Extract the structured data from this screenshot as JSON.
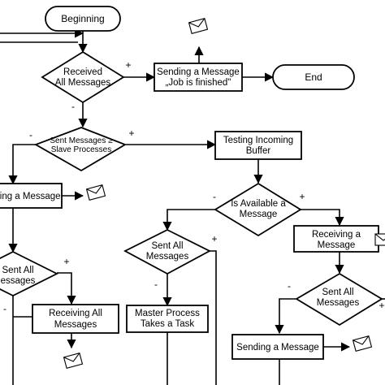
{
  "flowchart": {
    "nodes": {
      "beginning": {
        "shape": "terminator",
        "lines": [
          "Beginning"
        ]
      },
      "received_all": {
        "shape": "decision",
        "lines": [
          "Received",
          "All Messages"
        ]
      },
      "sending_job_finished": {
        "shape": "process",
        "lines": [
          "Sending a Message",
          "„Job is finished\""
        ]
      },
      "end": {
        "shape": "terminator",
        "lines": [
          "End"
        ]
      },
      "sent_ge_slave": {
        "shape": "decision",
        "lines": [
          "Sent Messages ≥",
          "Slave Processes"
        ]
      },
      "testing_buffer": {
        "shape": "process",
        "lines": [
          "Testing Incoming",
          "Buffer"
        ]
      },
      "receiving_left": {
        "shape": "process",
        "lines": [
          "iving a Message"
        ]
      },
      "is_available": {
        "shape": "decision",
        "lines": [
          "Is Available a",
          "Message"
        ]
      },
      "sent_all_left": {
        "shape": "decision",
        "lines": [
          "Sent All",
          "essages"
        ]
      },
      "sent_all_mid": {
        "shape": "decision",
        "lines": [
          "Sent All",
          "Messages"
        ]
      },
      "receiving_right": {
        "shape": "process",
        "lines": [
          "Receiving a",
          "Message"
        ]
      },
      "receiving_all": {
        "shape": "process",
        "lines": [
          "Receiving All",
          "Messages"
        ]
      },
      "master_task": {
        "shape": "process",
        "lines": [
          "Master Process",
          "Takes a Task"
        ]
      },
      "sent_all_right": {
        "shape": "decision",
        "lines": [
          "Sent All",
          "Messages"
        ]
      },
      "sending_right": {
        "shape": "process",
        "lines": [
          "Sending a Message"
        ]
      }
    },
    "branch_labels": {
      "received_all_plus": "+",
      "received_all_minus": "-",
      "sent_ge_minus": "-",
      "sent_ge_plus": "+",
      "is_available_minus": "-",
      "is_available_plus": "+",
      "sent_all_left_plus": "+",
      "sent_all_left_minus": "-",
      "sent_all_mid_plus": "+",
      "sent_all_mid_minus": "-",
      "sent_all_right_minus": "-",
      "sent_all_right_plus": "+"
    },
    "icons": [
      "envelope-icon",
      "envelope-icon",
      "envelope-icon",
      "envelope-icon"
    ]
  }
}
